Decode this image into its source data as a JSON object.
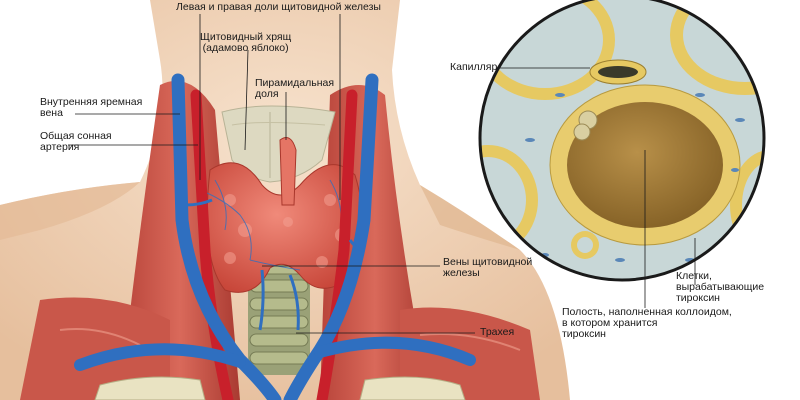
{
  "labels": {
    "lobes": "Левая и правая доли щитовидной железы",
    "cartilage": "Щитовидный хрящ\n(адамово яблоко)",
    "pyramidal": "Пирамидальная\nдоля",
    "jugular": "Внутренняя яремная\nвена",
    "carotid": "Общая сонная\nартерия",
    "veins": "Вены щитовидной\nжелезы",
    "trachea": "Трахея",
    "capillary": "Капилляр",
    "cells": "Клетки,\nвырабатывающие\nтироксин",
    "cavity": "Полость, наполненная коллоидом,\nв котором хранится\nтироксин",
    "section_title": "Срез щитовидной железы"
  },
  "colors": {
    "skin": "#f2d6bc",
    "skin_shadow": "#e2b896",
    "muscle": "#c95446",
    "thyroid": "#e26b5c",
    "artery": "#c8202b",
    "vein": "#2f6fc0",
    "cartilage": "#dad6bc",
    "trachea": "#8f966c",
    "tissue": "#c9d8d8",
    "follicle_cells": "#e8cc6e",
    "colloid": "#a8823a"
  }
}
